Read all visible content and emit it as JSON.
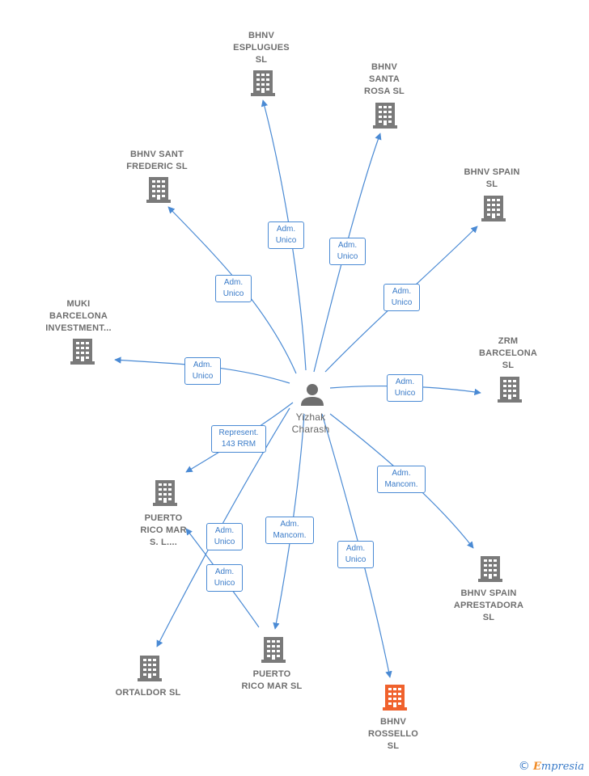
{
  "center": {
    "name_lines": [
      "Yizhak",
      "Charash"
    ]
  },
  "colors": {
    "edge": "#4a8ad4",
    "building": "#7a7a7a",
    "highlight": "#f0622d",
    "person": "#6e6e6e"
  },
  "nodes": [
    {
      "id": "esplugues",
      "lines": [
        "BHNV",
        "ESPLUGUES",
        "SL"
      ],
      "highlight": false
    },
    {
      "id": "santa-rosa",
      "lines": [
        "BHNV",
        "SANTA",
        "ROSA  SL"
      ],
      "highlight": false
    },
    {
      "id": "sant-frederic",
      "lines": [
        "BHNV SANT",
        "FREDERIC  SL"
      ],
      "highlight": false
    },
    {
      "id": "spain",
      "lines": [
        "BHNV SPAIN",
        "SL"
      ],
      "highlight": false
    },
    {
      "id": "muki",
      "lines": [
        "MUKI",
        "BARCELONA",
        "INVESTMENT..."
      ],
      "highlight": false
    },
    {
      "id": "zrm",
      "lines": [
        "ZRM",
        "BARCELONA",
        "SL"
      ],
      "highlight": false
    },
    {
      "id": "puerto-rico-sl-dots",
      "lines": [
        "PUERTO",
        "RICO MAR",
        "S. L...."
      ],
      "highlight": false
    },
    {
      "id": "spain-apre",
      "lines": [
        "BHNV SPAIN",
        "APRESTADORA",
        "SL"
      ],
      "highlight": false
    },
    {
      "id": "ortaldor",
      "lines": [
        "ORTALDOR  SL"
      ],
      "highlight": false
    },
    {
      "id": "puerto-rico-sl",
      "lines": [
        "PUERTO",
        "RICO MAR SL"
      ],
      "highlight": false
    },
    {
      "id": "rossello",
      "lines": [
        "BHNV",
        "ROSSELLO",
        "SL"
      ],
      "highlight": true
    }
  ],
  "edges": [
    {
      "to": "esplugues",
      "lines": [
        "Adm.",
        "Unico"
      ]
    },
    {
      "to": "santa-rosa",
      "lines": [
        "Adm.",
        "Unico"
      ]
    },
    {
      "to": "sant-frederic",
      "lines": [
        "Adm.",
        "Unico"
      ]
    },
    {
      "to": "spain",
      "lines": [
        "Adm.",
        "Unico"
      ]
    },
    {
      "to": "muki",
      "lines": [
        "Adm.",
        "Unico"
      ]
    },
    {
      "to": "zrm",
      "lines": [
        "Adm.",
        "Unico"
      ]
    },
    {
      "to": "puerto-rico-sl-dots",
      "lines": [
        "Represent.",
        "143 RRM"
      ]
    },
    {
      "to": "spain-apre",
      "lines": [
        "Adm.",
        "Mancom."
      ]
    },
    {
      "to": "ortaldor",
      "lines": [
        "Adm.",
        "Unico"
      ]
    },
    {
      "to": "puerto-rico-sl",
      "lines": [
        "Adm.",
        "Mancom."
      ]
    },
    {
      "to": "rossello",
      "lines": [
        "Adm.",
        "Unico"
      ]
    },
    {
      "from": "puerto-rico-sl",
      "to": "puerto-rico-sl-dots",
      "lines": [
        "Adm.",
        "Unico"
      ]
    }
  ],
  "logo": {
    "copyright": "©",
    "brand_first": "E",
    "brand_rest": "mpresia"
  }
}
